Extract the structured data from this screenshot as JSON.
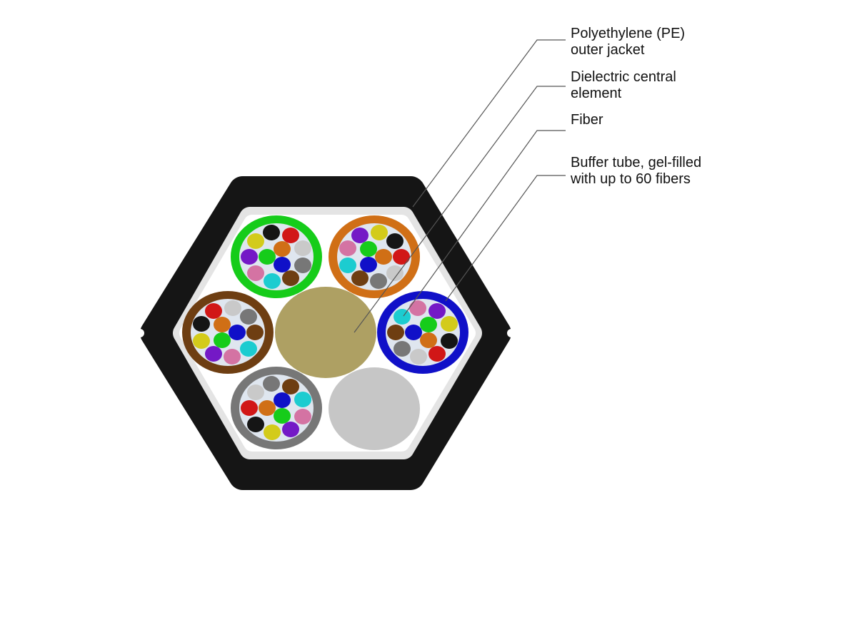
{
  "title": "Fiber optic cable cross-section",
  "labels": [
    {
      "lines": [
        "Polyethylene (PE)",
        "outer jacket"
      ]
    },
    {
      "lines": [
        "Dielectric central",
        "element"
      ]
    },
    {
      "lines": [
        "Fiber"
      ]
    },
    {
      "lines": [
        "Buffer tube, gel-filled",
        "with up to 60 fibers"
      ]
    }
  ],
  "colors": {
    "jacket": "#151515",
    "jacket_inner_band": "#e4e4e4",
    "central_element": "#aea063",
    "filler": "#c6c6c6",
    "tube_gel": "#dfe6ef",
    "leader": "#555555",
    "fiber_palette": {
      "black": "#151515",
      "red": "#d11717",
      "yellow": "#d3cb1b",
      "orange": "#d06f16",
      "lightgray": "#c9c9c9",
      "purple": "#7419c6",
      "green": "#16cc1a",
      "blue": "#1010c8",
      "gray": "#777777",
      "pink": "#d473a3",
      "cyan": "#1cccd0",
      "brown": "#6e3e12"
    }
  },
  "buffer_tubes": [
    {
      "name": "green",
      "ring": "#16cc1a",
      "fibers": [
        "black",
        "red",
        "yellow",
        "orange",
        "lightgray",
        "purple",
        "green",
        "blue",
        "gray",
        "pink",
        "cyan",
        "brown"
      ]
    },
    {
      "name": "orange",
      "ring": "#d06f16",
      "fibers": [
        "yellow",
        "purple",
        "black",
        "green",
        "pink",
        "red",
        "orange",
        "blue",
        "cyan",
        "lightgray",
        "gray",
        "brown"
      ]
    },
    {
      "name": "brown",
      "ring": "#6e3e12",
      "fibers": [
        "lightgray",
        "red",
        "gray",
        "orange",
        "black",
        "brown",
        "blue",
        "green",
        "yellow",
        "cyan",
        "pink",
        "purple"
      ]
    },
    {
      "name": "blue",
      "ring": "#1010c8",
      "fibers": [
        "pink",
        "purple",
        "cyan",
        "green",
        "yellow",
        "brown",
        "blue",
        "orange",
        "black",
        "gray",
        "lightgray",
        "red"
      ]
    },
    {
      "name": "gray",
      "ring": "#777777",
      "fibers": [
        "gray",
        "brown",
        "lightgray",
        "blue",
        "cyan",
        "red",
        "orange",
        "green",
        "pink",
        "black",
        "yellow",
        "purple"
      ]
    }
  ]
}
